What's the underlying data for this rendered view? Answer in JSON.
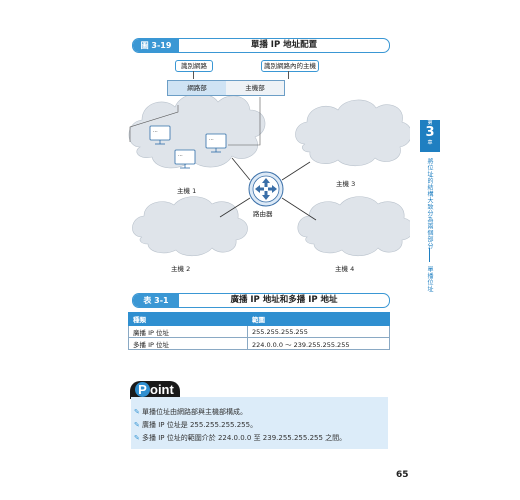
{
  "figure": {
    "tag": "圖 3-19",
    "title": "單播 IP 地址配置",
    "callout_network": "識別網路",
    "callout_host": "識別網路內的主機",
    "network_part": "網路部",
    "host_part": "主機部",
    "router_label": "路由器",
    "hosts": [
      "主機 1",
      "主機 2",
      "主機 3",
      "主機 4"
    ],
    "monitor_text": "..."
  },
  "side": {
    "small_top": "第",
    "chapter": "3",
    "small_bottom": "章",
    "vertical_title": "將位址的結構大致分為兩個部分",
    "vertical_sub": "單播位址"
  },
  "table": {
    "tag": "表 3-1",
    "title": "廣播 IP 地址和多播 IP 地址",
    "headers": [
      "種類",
      "範圍"
    ],
    "rows": [
      [
        "廣播 IP 位址",
        "255.255.255.255"
      ],
      [
        "多播 IP 位址",
        "224.0.0.0 ～ 239.255.255.255"
      ]
    ]
  },
  "point": {
    "label": "Point",
    "items": [
      "單播位址由網路部與主機部構成。",
      "廣播 IP 位址是 255.255.255.255。",
      "多播 IP 位址的範圍介於 224.0.0.0 至 239.255.255.255 之間。"
    ]
  },
  "page_number": "65",
  "colors": {
    "accent": "#3a97d4",
    "tab": "#1f7fc1",
    "cloud": "#dfe4ea",
    "point_bg": "#dcecf9"
  }
}
